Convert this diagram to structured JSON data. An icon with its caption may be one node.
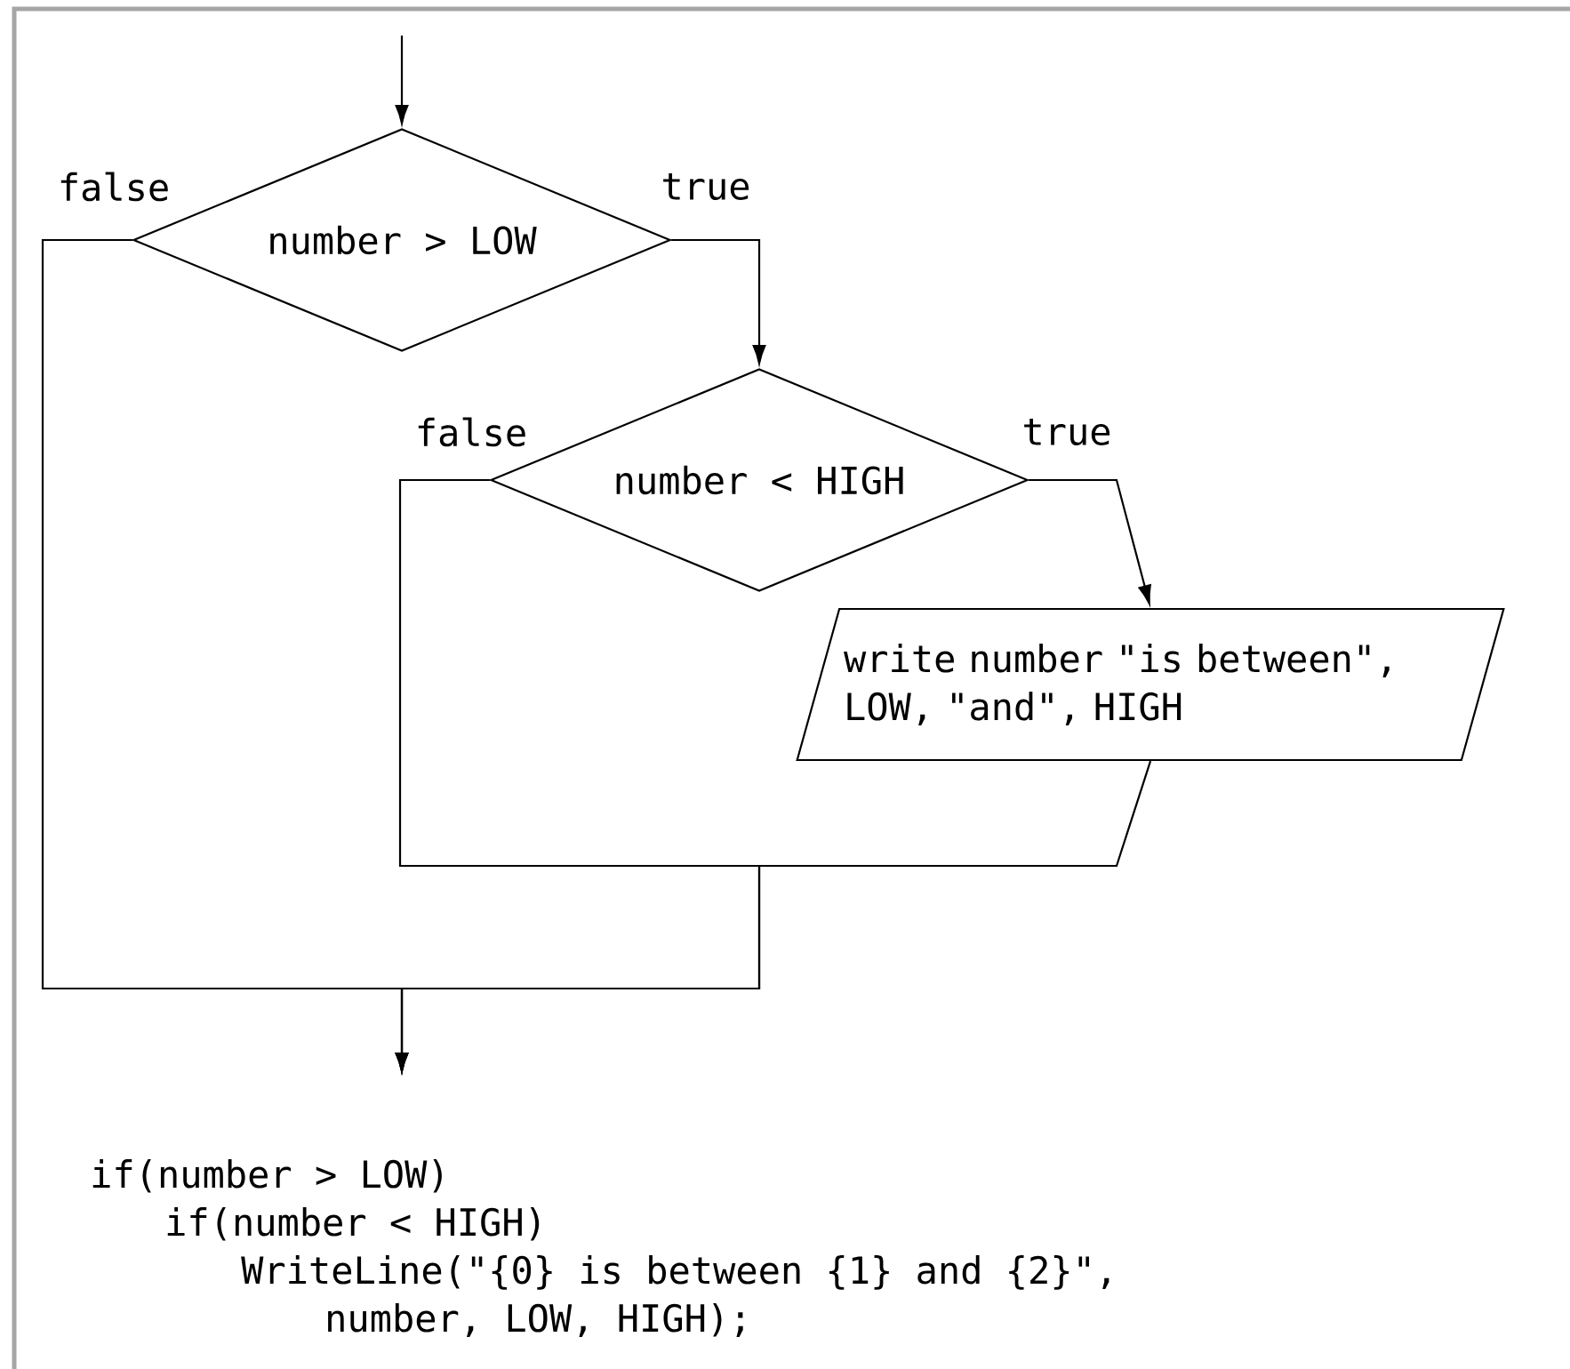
{
  "diagram": {
    "nodes": [
      {
        "text": [
          "number > LOW"
        ]
      },
      {
        "text": [
          "number < HIGH"
        ]
      },
      {
        "text": [
          "write number \"is between\", LOW, \"and\", HIGH"
        ]
      }
    ],
    "edges": [
      {
        "from": null,
        "to": 0,
        "arrow": "to"
      },
      {
        "from": 0,
        "to": 1,
        "arrow": "to",
        "label": "true"
      },
      {
        "from": 1,
        "to": 2,
        "arrow": "to",
        "label": "true"
      },
      {
        "from": 0,
        "to": null,
        "arrow": "to",
        "label": "false"
      },
      {
        "from": 1,
        "to": null,
        "arrow": "to",
        "label": "false"
      },
      {
        "from": 2,
        "to": null,
        "arrow": "to"
      }
    ],
    "labels": [
      "if(number > LOW)",
      "if(number < HIGH)",
      "WriteLine(\"{0} is between {1} and {2}\",",
      "number, LOW, HIGH);"
    ]
  }
}
